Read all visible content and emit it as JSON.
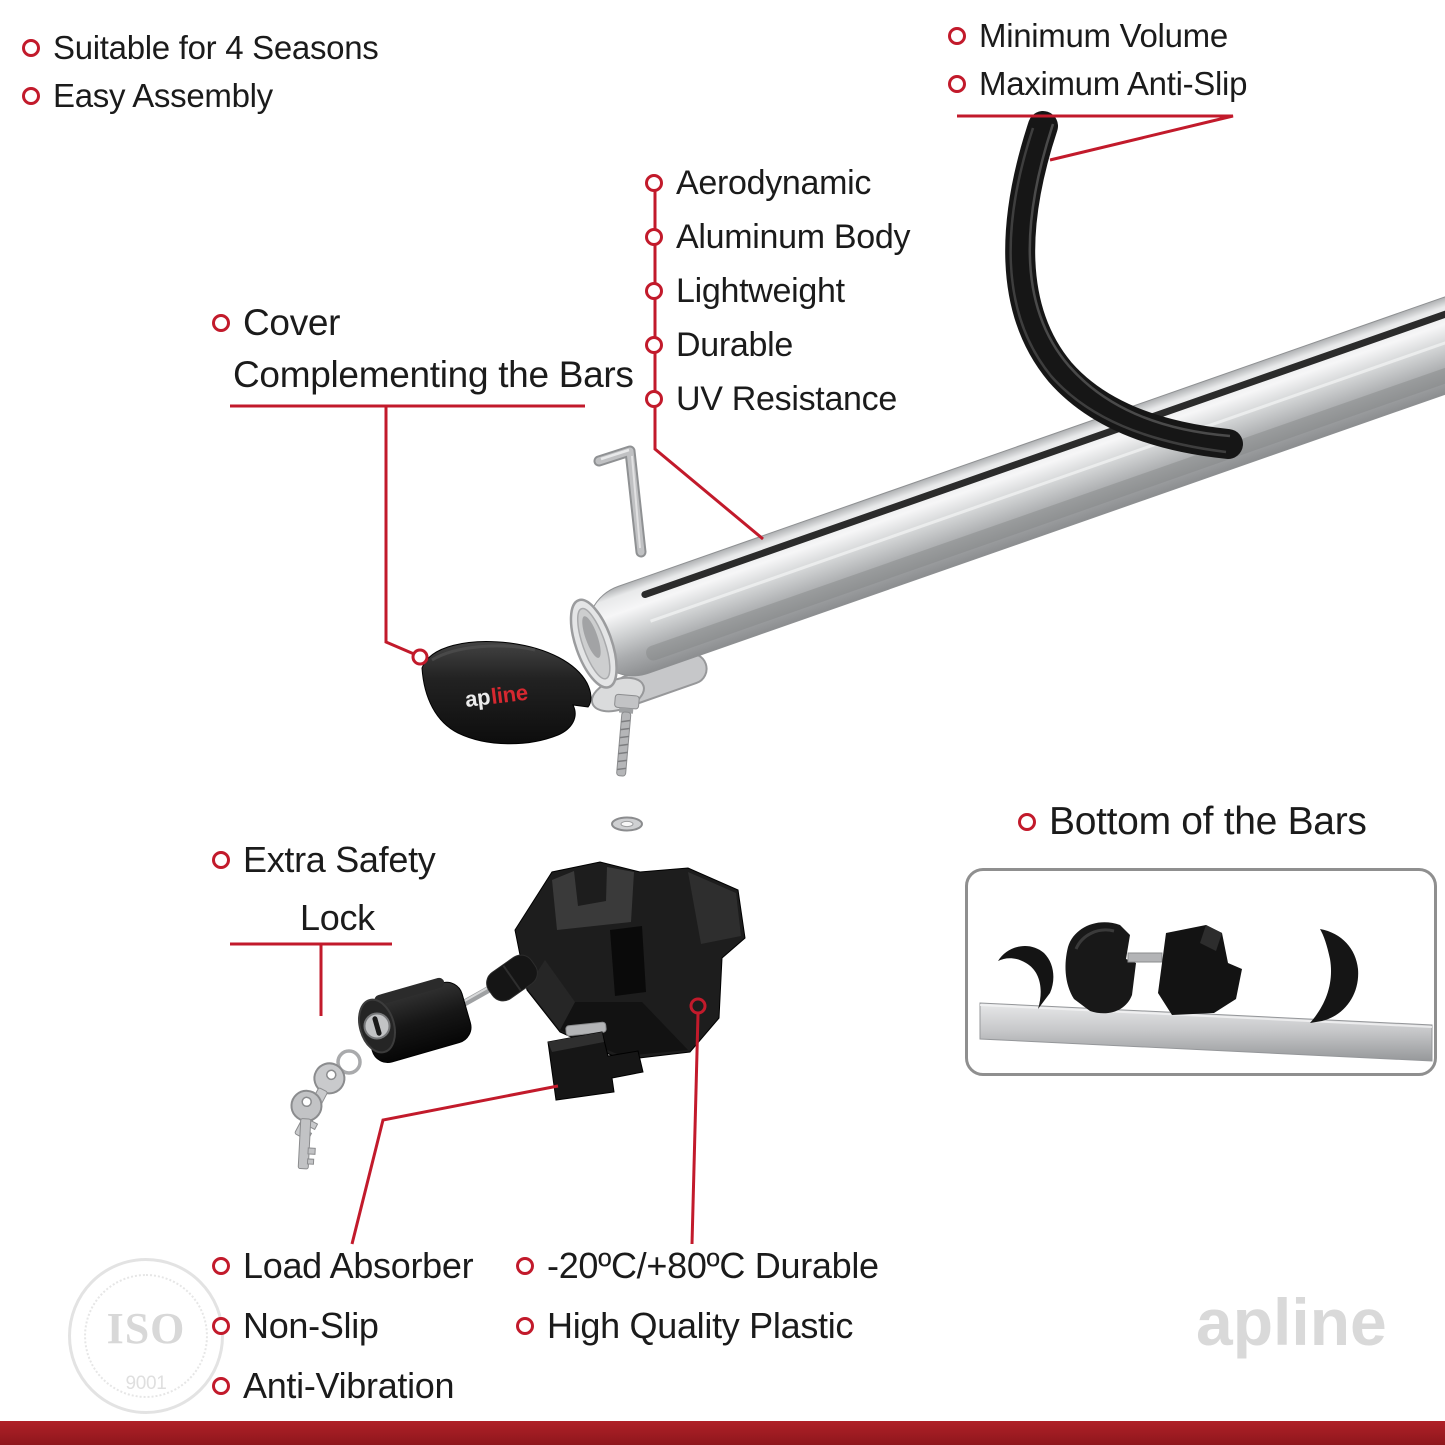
{
  "colors": {
    "accent": "#c21a2b",
    "bottom_bar": "#9e1b22",
    "text": "#1b1b1b"
  },
  "lists": {
    "top_left": [
      "Suitable for 4 Seasons",
      "Easy Assembly"
    ],
    "top_right": [
      "Minimum Volume",
      "Maximum Anti-Slip"
    ],
    "features": [
      "Aerodynamic",
      "Aluminum Body",
      "Lightweight",
      "Durable",
      "UV Resistance"
    ],
    "bottom_left": [
      "Load Absorber",
      "Non-Slip",
      "Anti-Vibration"
    ],
    "bottom_mid": [
      "-20ºC/+80ºC Durable",
      "High Quality Plastic"
    ]
  },
  "labels": {
    "cover_line1": "Cover",
    "cover_line2": "Complementing the Bars",
    "safety_line1": "Extra Safety",
    "safety_line2": "Lock",
    "bottom_bars": "Bottom of the Bars"
  },
  "brand": {
    "ap": "ap",
    "line": "line"
  },
  "watermark": {
    "brand": "apline",
    "iso": "ISO",
    "iso_number": "9001"
  }
}
